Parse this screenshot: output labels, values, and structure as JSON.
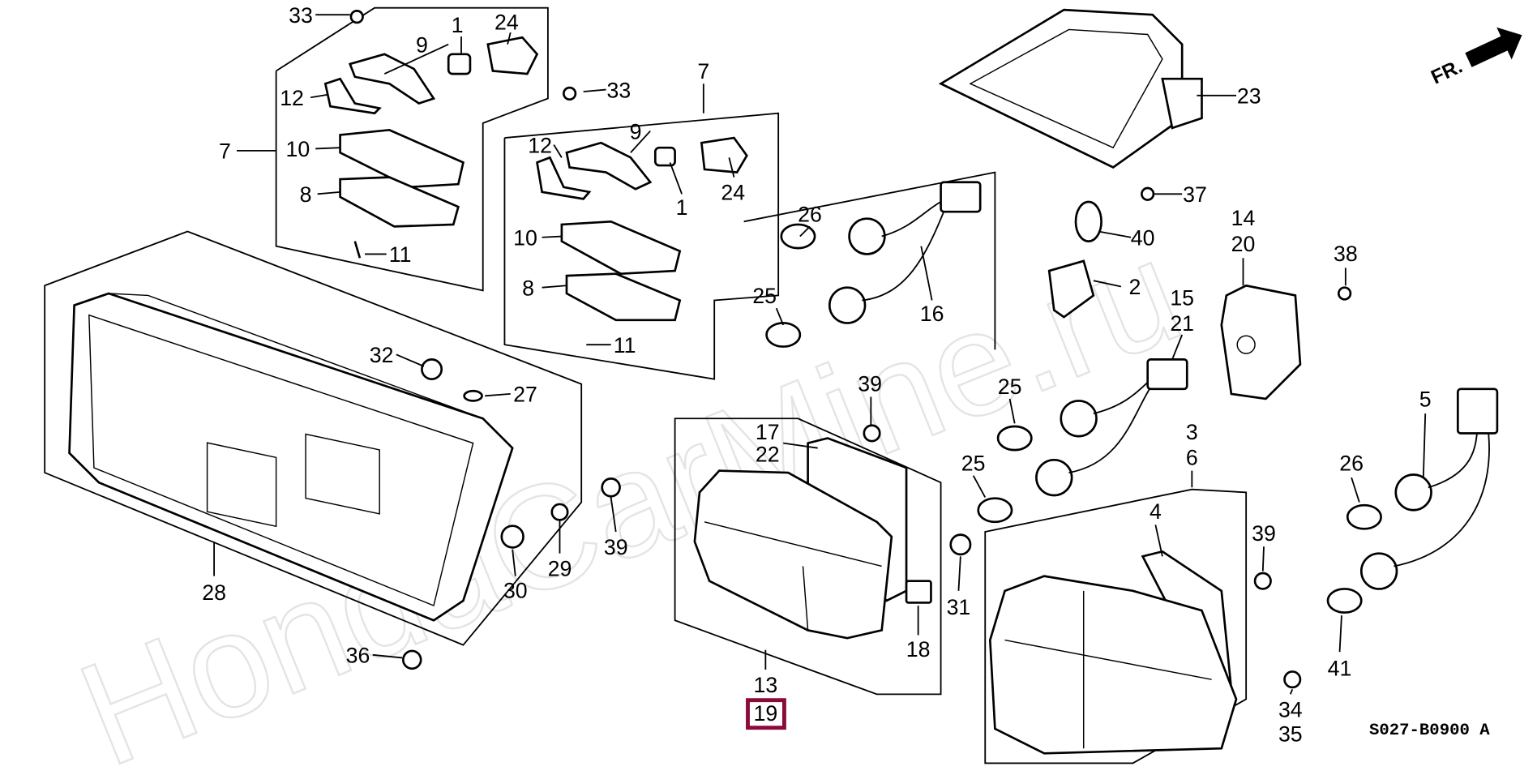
{
  "diagram": {
    "watermark": "HondaCarMine.ru",
    "direction_marker": "FR.",
    "diagram_code": "S027-B0900 A",
    "highlight_color": "#8b0a3a",
    "highlighted_part": "19",
    "labels": [
      "33",
      "9",
      "1",
      "24",
      "33",
      "7",
      "12",
      "7",
      "10",
      "8",
      "11",
      "12",
      "9",
      "1",
      "24",
      "10",
      "8",
      "11",
      "26",
      "25",
      "16",
      "23",
      "37",
      "40",
      "14",
      "20",
      "2",
      "38",
      "15",
      "21",
      "32",
      "27",
      "39",
      "17",
      "22",
      "25",
      "25",
      "3",
      "6",
      "5",
      "4",
      "26",
      "39",
      "29",
      "30",
      "28",
      "39",
      "31",
      "18",
      "36",
      "13",
      "41",
      "34",
      "35"
    ]
  }
}
